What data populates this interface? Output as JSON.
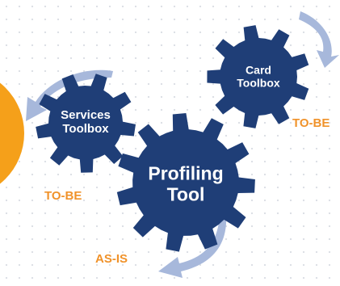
{
  "colors": {
    "gear_fill": "#1f3e77",
    "arrow_fill": "#a7b8db",
    "state_text": "#f0922a",
    "accent_circle": "#f5a01a"
  },
  "gears": {
    "profiling": {
      "line1": "Profiling",
      "line2": "Tool"
    },
    "card": {
      "line1": "Card",
      "line2": "Toolbox"
    },
    "services": {
      "line1": "Services",
      "line2": "Toolbox"
    }
  },
  "states": {
    "card": "TO-BE",
    "services": "TO-BE",
    "profiling": "AS-IS"
  }
}
